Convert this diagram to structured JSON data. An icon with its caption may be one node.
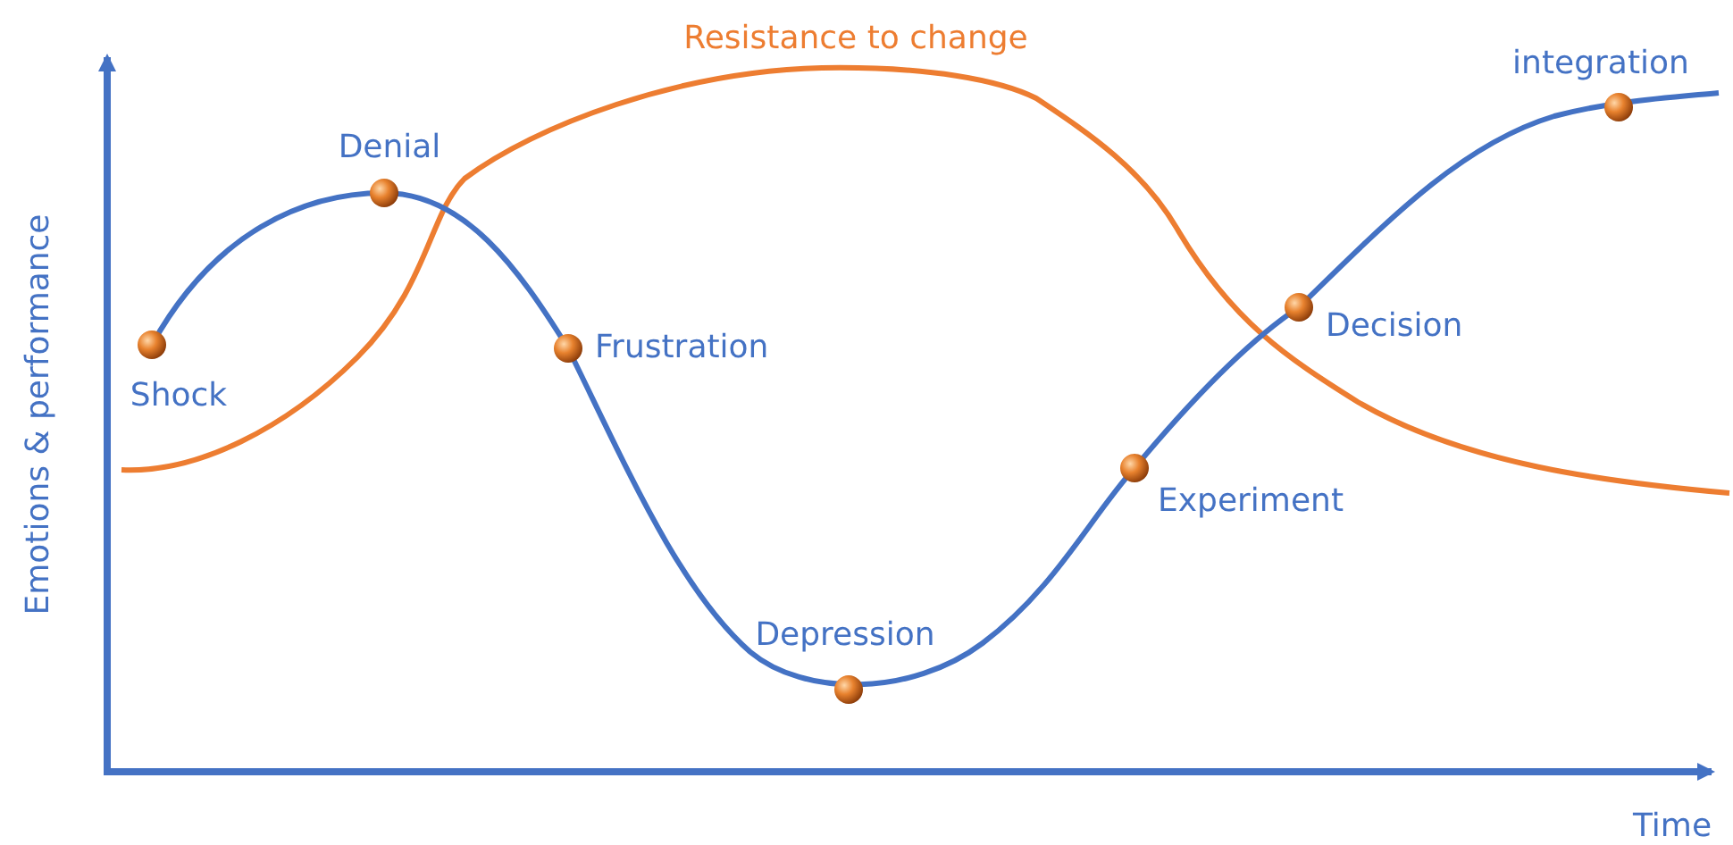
{
  "diagram": {
    "labels": [
      "Resistance to change",
      "integration",
      "Denial",
      "Emotions & performance",
      "Frustration",
      "Decision",
      "Shock",
      "Experiment",
      "Depression",
      "Time"
    ]
  }
}
